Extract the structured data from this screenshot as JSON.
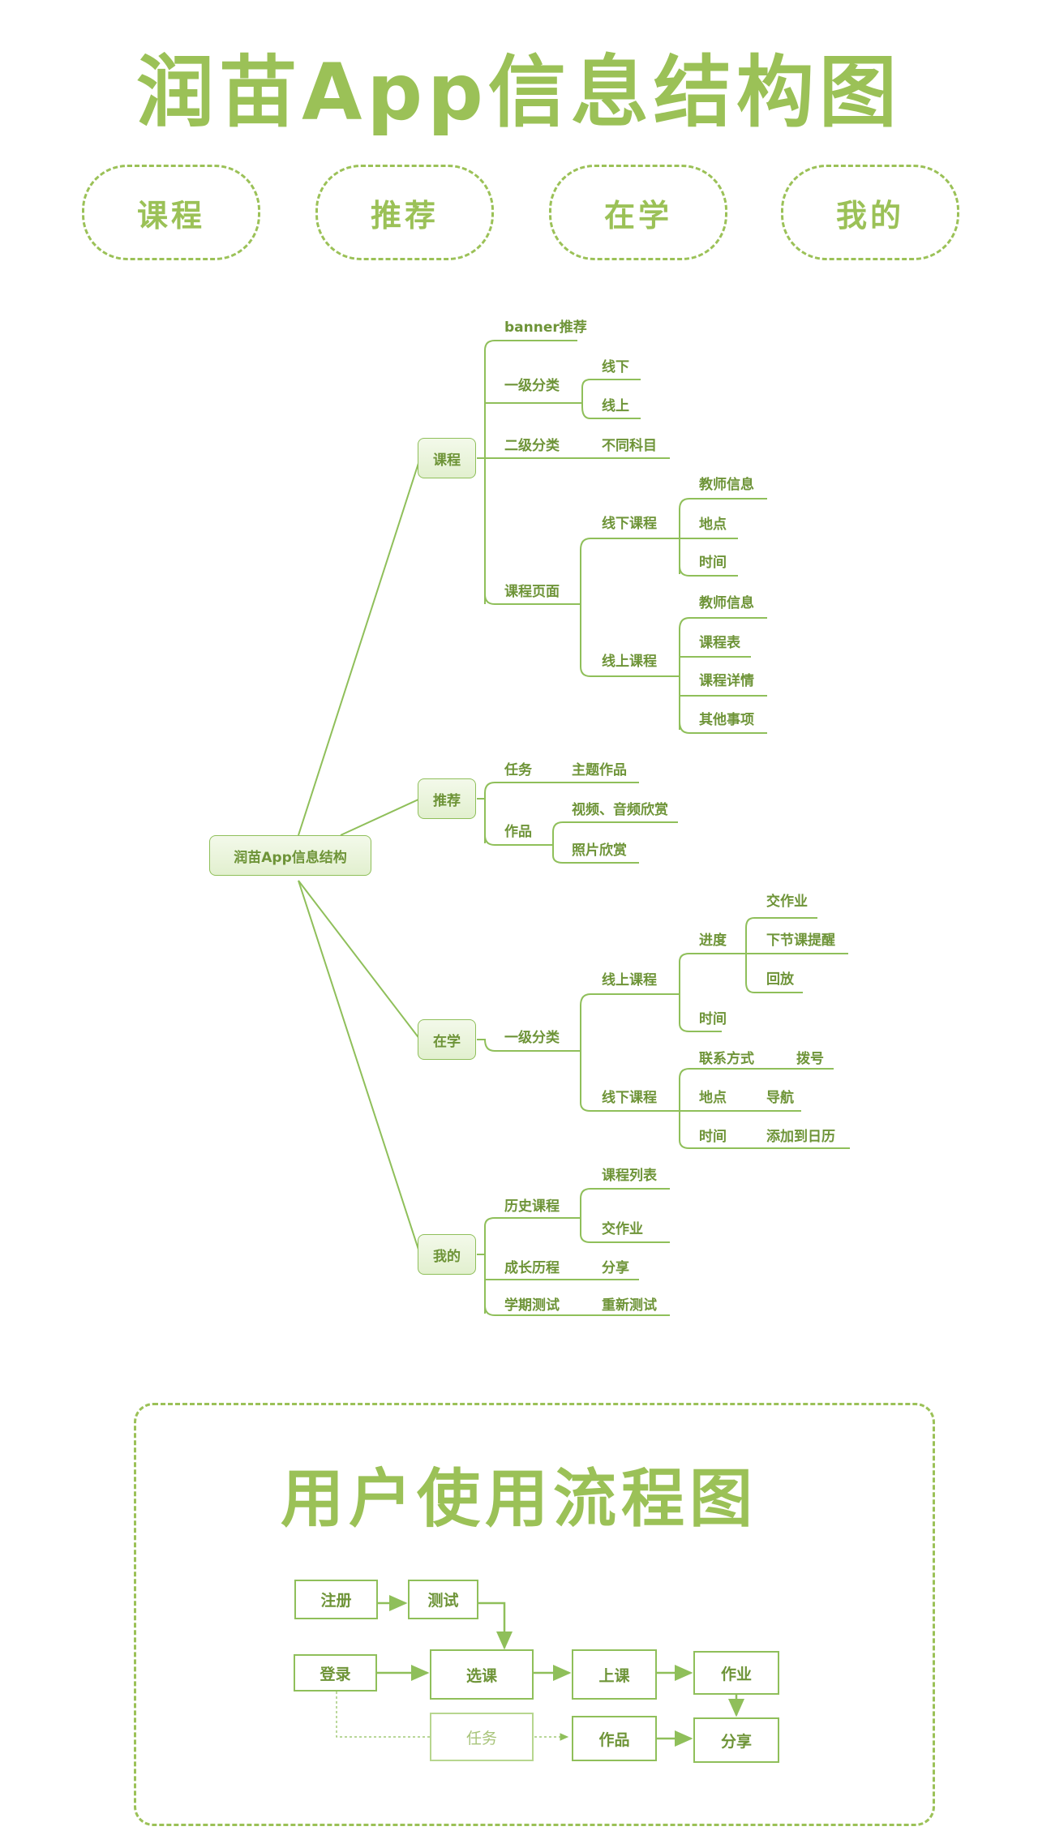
{
  "title": "润苗App信息结构图",
  "tabs": [
    "课程",
    "推荐",
    "在学",
    "我的"
  ],
  "tree": {
    "root": "润苗App信息结构",
    "course": {
      "label": "课程",
      "banner": "banner推荐",
      "level1": "一级分类",
      "level1_children": [
        "线下",
        "线上"
      ],
      "level2": "二级分类",
      "level2_child": "不同科目",
      "page": "课程页面",
      "offline": "线下课程",
      "offline_children": [
        "教师信息",
        "地点",
        "时间"
      ],
      "online": "线上课程",
      "online_children": [
        "教师信息",
        "课程表",
        "课程详情",
        "其他事项"
      ]
    },
    "recommend": {
      "label": "推荐",
      "task": "任务",
      "task_child": "主题作品",
      "works": "作品",
      "works_children": [
        "视频、音频欣赏",
        "照片欣赏"
      ]
    },
    "learning": {
      "label": "在学",
      "level1": "一级分类",
      "online": "线上课程",
      "progress": "进度",
      "progress_children": [
        "交作业",
        "下节课提醒",
        "回放"
      ],
      "time": "时间",
      "offline": "线下课程",
      "contact": "联系方式",
      "contact_child": "拨号",
      "place": "地点",
      "place_child": "导航",
      "time2": "时间",
      "time2_child": "添加到日历"
    },
    "mine": {
      "label": "我的",
      "history": "历史课程",
      "history_children": [
        "课程列表",
        "交作业"
      ],
      "growth": "成长历程",
      "growth_child": "分享",
      "test": "学期测试",
      "test_child": "重新测试"
    }
  },
  "flow": {
    "title": "用户使用流程图",
    "boxes": {
      "register": "注册",
      "test": "测试",
      "login": "登录",
      "select": "选课",
      "lesson": "上课",
      "homework": "作业",
      "task": "任务",
      "works": "作品",
      "share": "分享"
    }
  }
}
